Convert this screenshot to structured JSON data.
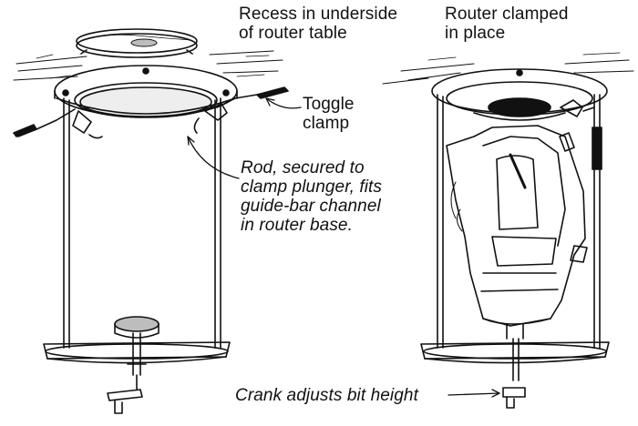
{
  "labels": {
    "recess": [
      "Recess in underside",
      "of router table"
    ],
    "clamped": [
      "Router clamped",
      "in place"
    ],
    "toggle": [
      "Toggle",
      "clamp"
    ],
    "rod": [
      "Rod, secured to",
      "clamp plunger, fits",
      "guide-bar channel",
      "in router base."
    ],
    "crank": "Crank adjusts bit height"
  },
  "colors": {
    "ink": "#111111",
    "paper": "#ffffff",
    "shade": "#bdbdbd"
  }
}
